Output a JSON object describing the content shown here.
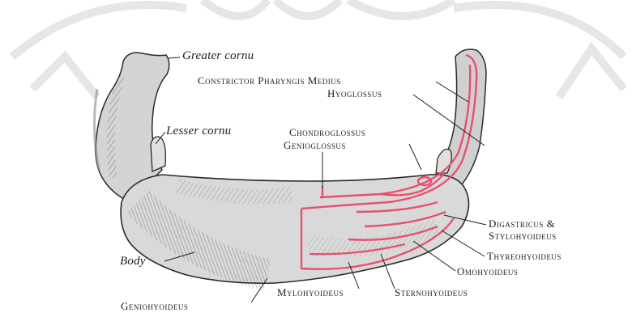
{
  "diagram": {
    "labels": {
      "greater_cornu": "Greater cornu",
      "lesser_cornu": "Lesser cornu",
      "body": "Body",
      "constrictor": "Constrictor Pharyngis Medius",
      "hyoglossus": "Hyoglossus",
      "chondroglossus": "Chondroglossus",
      "genioglossus": "Genioglossus",
      "digastricus_1": "Digastricus &",
      "digastricus_2": "Stylohyoideus",
      "thyreohyoideus": "Thyreohyoideus",
      "omohyoideus": "Omohyoideus",
      "mylohyoideus": "Mylohyoideus",
      "sternohyoideus": "Sternohyoideus",
      "geniohyoideus": "Geniohyoideus"
    },
    "colors": {
      "background": "#ffffff",
      "bone_fill": "#d9d9d9",
      "bone_shade": "#8c8c8c",
      "outline": "#2a2a2a",
      "muscle_line": "#e8506e",
      "watermark": "#e9e9e9"
    }
  }
}
